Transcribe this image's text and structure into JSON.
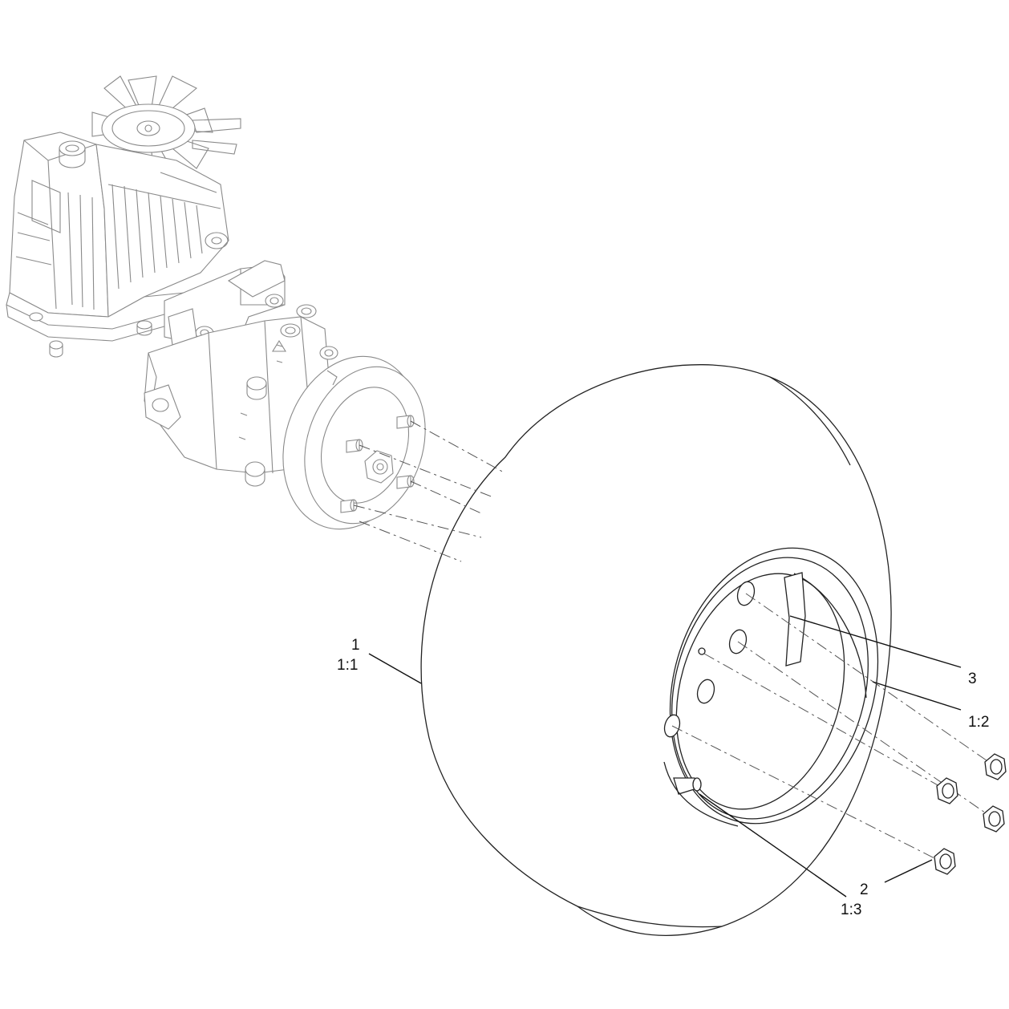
{
  "callouts": {
    "c1": "1",
    "c1_1": "1:1",
    "c1_2": "1:2",
    "c1_3": "1:3",
    "c2": "2",
    "c3": "3"
  }
}
